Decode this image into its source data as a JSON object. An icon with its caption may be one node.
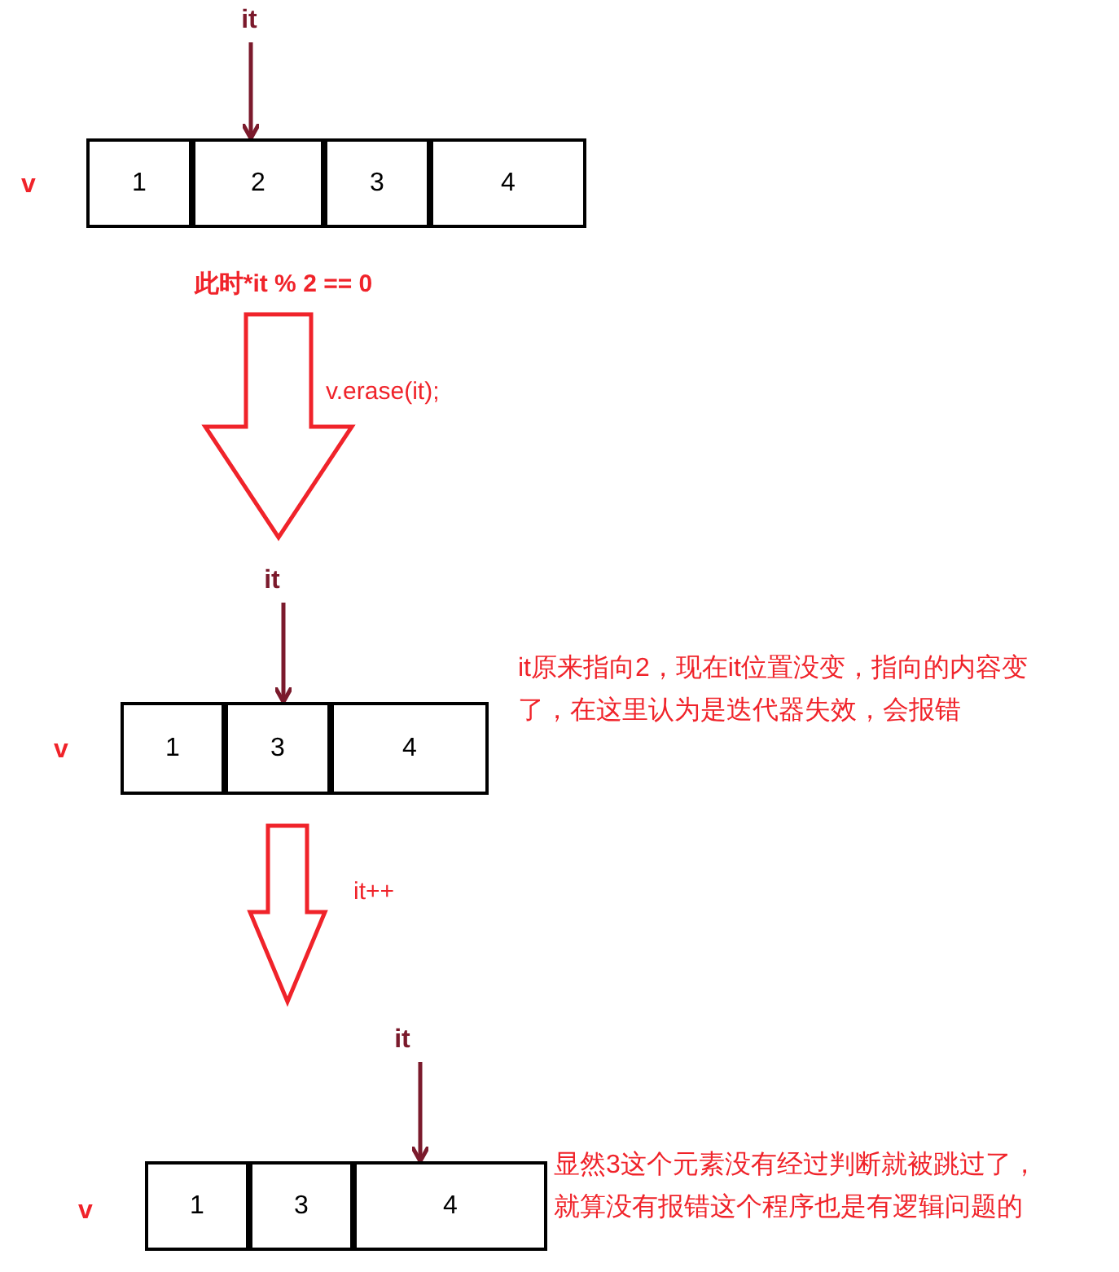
{
  "diagram": {
    "nodes": [
      {
        "text": [
          "it"
        ]
      },
      {
        "text": [
          "1"
        ]
      },
      {
        "text": [
          "2"
        ]
      },
      {
        "text": [
          "3"
        ]
      },
      {
        "text": [
          "4"
        ]
      },
      {
        "text": [
          "此时*it % 2 == 0"
        ]
      },
      {
        "text": [
          "it"
        ]
      },
      {
        "text": [
          "1"
        ]
      },
      {
        "text": [
          "3"
        ]
      },
      {
        "text": [
          "4"
        ]
      },
      {
        "text": [
          "it"
        ]
      },
      {
        "text": [
          "1"
        ]
      },
      {
        "text": [
          "3"
        ]
      },
      {
        "text": [
          "4"
        ]
      }
    ],
    "edges": [
      {
        "from": 0,
        "to": 2,
        "arrow": "to"
      },
      {
        "from": 5,
        "to": null,
        "arrow": "to",
        "label": "v.erase(it);",
        "style": "thick",
        "color": "#f0232a"
      },
      {
        "from": 6,
        "to": 8,
        "arrow": "to"
      },
      {
        "from": 8,
        "to": null,
        "arrow": "to",
        "label": "it++",
        "style": "thick",
        "color": "#f0232a"
      },
      {
        "from": 10,
        "to": 13,
        "arrow": "to"
      }
    ],
    "labels": [
      "v",
      "v",
      "it原来指向2，现在it位置没变，指向的内容变了，在这里认为是迭代器失效，会报错",
      "v",
      "显然3这个元素没有经过判断就被跳过了，就算没有报错这个程序也是有逻辑问题的"
    ]
  }
}
